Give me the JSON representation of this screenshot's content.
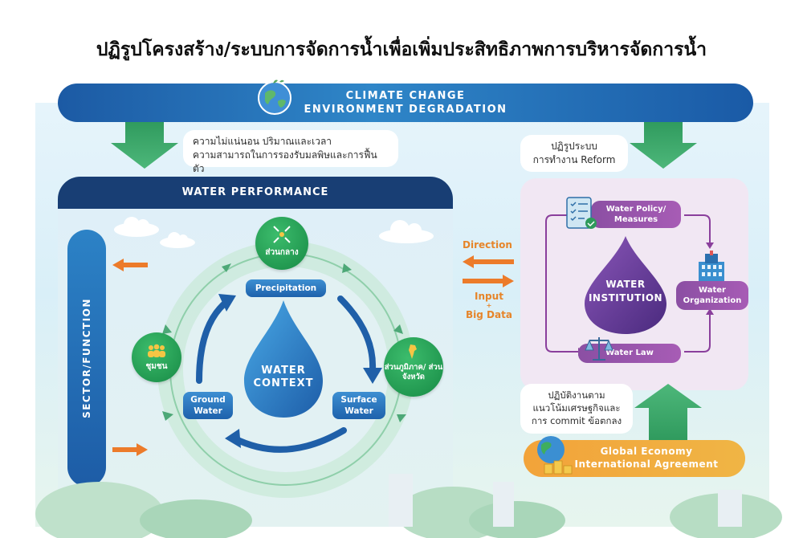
{
  "title": "ปฏิรูปโครงสร้าง/ระบบการจัดการน้ำเพื่อเพิ่มประสิทธิภาพการบริหารจัดการน้ำ",
  "banner": {
    "line1": "CLIMATE CHANGE",
    "line2": "ENVIRONMENT DEGRADATION"
  },
  "left_note": {
    "line1": "ความไม่แน่นอน ปริมาณและเวลา",
    "line2": "ความสามารถในการรองรับมลพิษและการฟื้นตัว"
  },
  "right_note": {
    "line1": "ปฏิรูประบบ",
    "line2": "การทำงาน Reform"
  },
  "performance": {
    "header": "WATER PERFORMANCE",
    "sector_label": "SECTOR/FUNCTION",
    "center": {
      "line1": "WATER",
      "line2": "CONTEXT"
    },
    "nodes": {
      "central": "ส่วนกลาง",
      "regional": "ส่วนภูมิภาค/ ส่วนจังหวัด",
      "community": "ชุมชน"
    },
    "cycle": {
      "precipitation": "Precipitation",
      "surface_line1": "Surface",
      "surface_line2": "Water",
      "ground_line1": "Ground",
      "ground_line2": "Water"
    }
  },
  "middle": {
    "direction": "Direction",
    "input_line1": "Input",
    "plus": "+",
    "input_line2": "Big Data"
  },
  "institution": {
    "center_line1": "WATER",
    "center_line2": "INSTITUTION",
    "policy_line1": "Water Policy/",
    "policy_line2": "Measures",
    "org_line1": "Water",
    "org_line2": "Organization",
    "law": "Water Law"
  },
  "practice_note": {
    "line1": "ปฏิบัติงานตาม",
    "line2": "แนวโน้มเศรษฐกิจและ",
    "line3": "การ commit ข้อตกลง"
  },
  "global": {
    "line1": "Global Economy",
    "line2": "International Agreement"
  },
  "colors": {
    "navy": "#183e74",
    "blue": "#1e62ac",
    "green": "#1b8c47",
    "purple": "#6b3a96",
    "orange": "#e6852a",
    "gold": "#f2a33a"
  }
}
